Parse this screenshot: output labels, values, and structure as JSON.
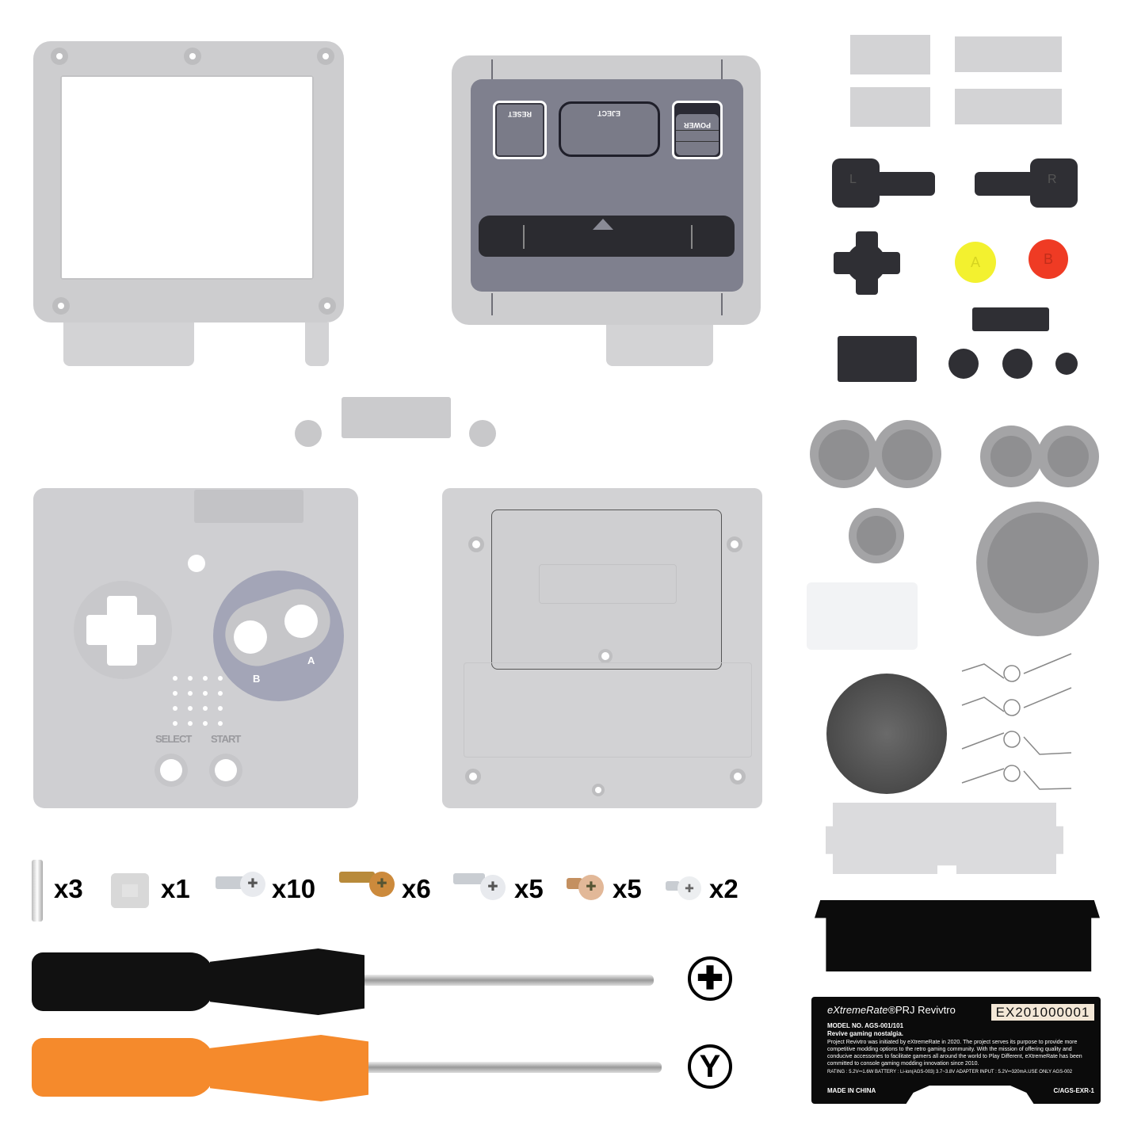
{
  "scene": {
    "type": "product-kit-photo",
    "background": "#ffffff",
    "shell_color": "#cfcfd1",
    "accent_grey": "#7f808e",
    "ab_ring_color": "#a3a5b7"
  },
  "top_shell": {
    "labels": {
      "reset": "RESET",
      "eject": "EJECT",
      "power": "POWER"
    }
  },
  "front_shell": {
    "labels": {
      "a": "A",
      "b": "B",
      "select": "SELECT",
      "start": "START"
    }
  },
  "buttons": {
    "l_label": "L",
    "r_label": "R",
    "a_label": "A",
    "b_label": "B",
    "colors": {
      "a": "#f3f12f",
      "b": "#ef3b24",
      "dark": "#2f2f34"
    }
  },
  "hardware": [
    {
      "name": "pin",
      "qty": "x3"
    },
    {
      "name": "square-nut",
      "qty": "x1"
    },
    {
      "name": "silver-screw-long",
      "qty": "x10"
    },
    {
      "name": "gold-screw",
      "qty": "x6"
    },
    {
      "name": "silver-screw-medium",
      "qty": "x5"
    },
    {
      "name": "bronze-screw",
      "qty": "x5"
    },
    {
      "name": "silver-screw-short",
      "qty": "x2"
    }
  ],
  "screwdrivers": [
    {
      "handle_color": "#111111",
      "tip": "phillips",
      "tip_glyph": "✚"
    },
    {
      "handle_color": "#f58a2c",
      "tip": "tri-wing",
      "tip_glyph": "Y"
    }
  ],
  "sticker": {
    "brand": "eXtremeRate®",
    "project": "PRJ Revivtro",
    "serial": "EX201000001",
    "model": "MODEL NO. AGS-001/101",
    "tagline": "Revive gaming nostalgia.",
    "body": "Project Revivtro was initiated by eXtremeRate in 2020. The project serves its purpose to provide more competitive modding options to the retro gaming community. With the mission of offering quality and conducive accessories to facilitate gamers all around the world to Play Different, eXtremeRate has been committed to console gaming modding innovation since 2010.",
    "rating": "RATING : 5.2V⎓1.6W BATTERY : Li-ion(AGS-003) 3.7~3.8V ADAPTER INPUT : 5.2V⎓320mA.USE ONLY AGS-002",
    "made_in": "MADE IN CHINA",
    "code": "C/AGS-EXR-1"
  }
}
